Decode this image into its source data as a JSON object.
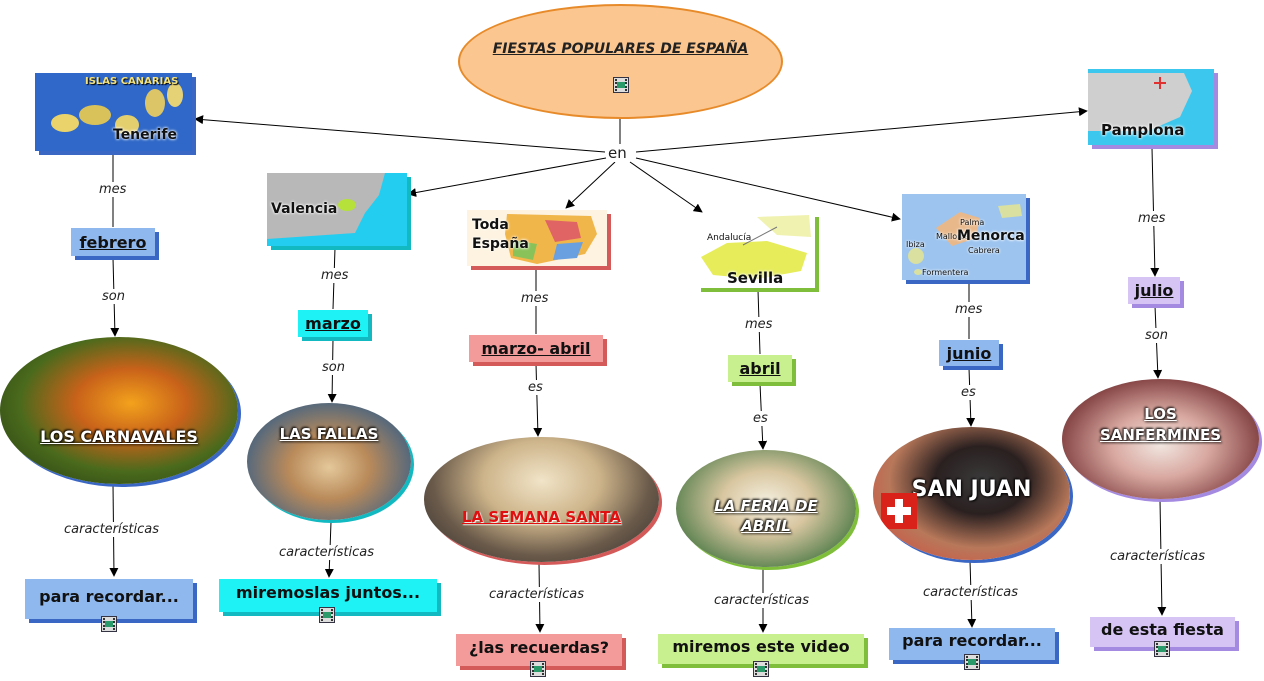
{
  "root": {
    "title": "FIESTAS POPULARES DE ESPAÑA",
    "connector": "en"
  },
  "link_labels": {
    "mes": "mes",
    "son": "son",
    "es": "es",
    "caracteristicas": "características"
  },
  "icons": {
    "video": "video-icon"
  },
  "colors": {
    "blue": "#8fb8ef",
    "cyan": "#1ff2f5",
    "pink": "#f39a9a",
    "green": "#c8f08e",
    "lilac": "#d6c4f4",
    "root": "#fbc690"
  },
  "branches": [
    {
      "place": "Tenerife",
      "month": "febrero",
      "verb": "son",
      "fiesta": "LOS CARNAVALES",
      "detail": "para recordar..."
    },
    {
      "place": "Valencia",
      "month": "marzo",
      "verb": "son",
      "fiesta": "LAS FALLAS",
      "detail": "miremoslas juntos..."
    },
    {
      "place": "Toda España",
      "month": "marzo- abril",
      "verb": "es",
      "fiesta": "LA SEMANA SANTA",
      "detail": "¿las recuerdas?"
    },
    {
      "place": "Sevilla",
      "month": "abril",
      "verb": "es",
      "fiesta": "LA FERIA DE ABRIL",
      "detail": "miremos este video"
    },
    {
      "place": "Menorca",
      "month": "junio",
      "verb": "es",
      "fiesta": "SAN JUAN",
      "detail": "para recordar..."
    },
    {
      "place": "Pamplona",
      "month": "julio",
      "verb": "son",
      "fiesta": "LOS SANFERMINES",
      "detail": "de esta fiesta"
    }
  ],
  "map_labels": {
    "canarias": "ISLAS CANARIAS",
    "andalucia": "Andalucía",
    "mallorca": "Mallorca",
    "ibiza": "Ibiza",
    "formentera": "Formentera",
    "cabrera": "Cabrera",
    "palma": "Palma"
  }
}
